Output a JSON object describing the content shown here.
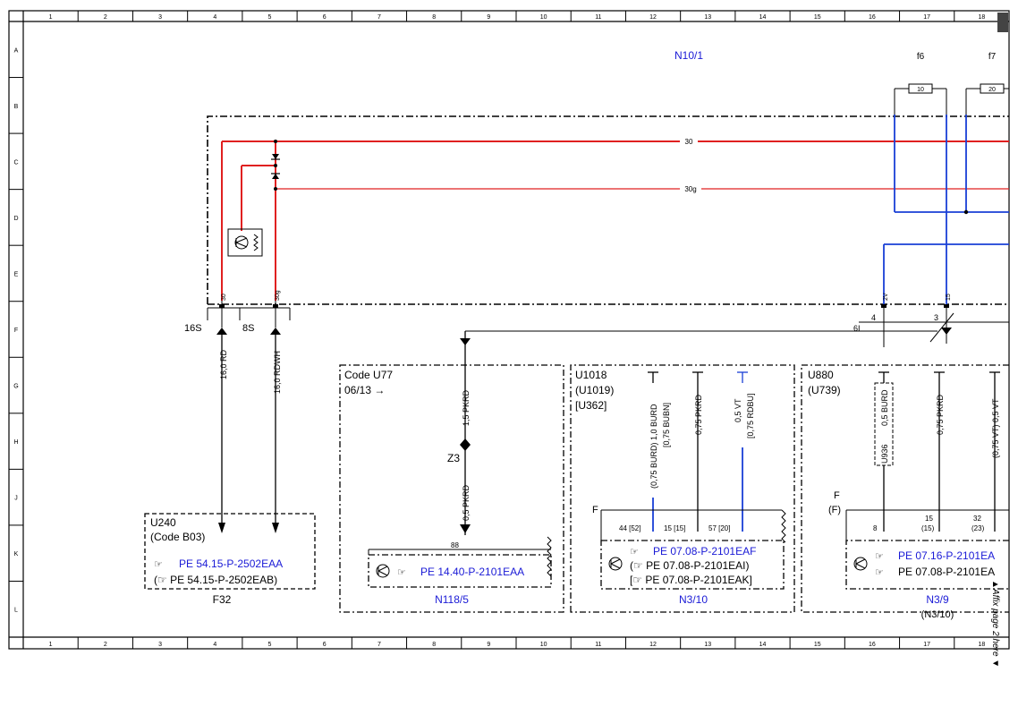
{
  "colors": {
    "power": "#e02020",
    "ground": "#1a3fd6",
    "wire": "#000000",
    "link": "#1a1ad6"
  },
  "grid": {
    "columns": [
      "1",
      "2",
      "3",
      "4",
      "5",
      "6",
      "7",
      "8",
      "9",
      "10",
      "11",
      "12",
      "13",
      "14",
      "15",
      "16",
      "17",
      "18"
    ],
    "rows": [
      "A",
      "B",
      "C",
      "D",
      "E",
      "F",
      "G",
      "H",
      "J",
      "K",
      "L"
    ]
  },
  "header": {
    "title": "N10/1",
    "fuse_f6": "f6",
    "fuse_f7": "f7",
    "fuse_f6_rating": "10",
    "fuse_f7_rating": "20"
  },
  "bus": {
    "label_30": "30",
    "label_30g": "30g"
  },
  "pins": {
    "p30": "30",
    "p30g": "30g",
    "p16s": "16S",
    "p8s": "8S",
    "p2v": "2V",
    "p15": "15",
    "p4": "4",
    "p3": "3",
    "p6i": "6I"
  },
  "wires": {
    "w1": "16,0 RD",
    "w2": "16,0 RDWH",
    "w3": "1,5 PKRD",
    "w4": "0,5 PKRD",
    "splice": "Z3",
    "w5a": "(0,75 BURD) 1,0 BURD",
    "w5b": "[0,75 BUBN]",
    "w6": "0,75 PKRD",
    "w7a": "0,5 VT",
    "w7b": "[0,75 RDBU]",
    "w8": "0,5 BURD",
    "w8_code": "U936",
    "w9": "0,75 PKRD",
    "w10": "(0,75 VT) 0,5 VT"
  },
  "boxes": {
    "u240": {
      "line1": "U240",
      "line2": "(Code B03)",
      "link1": "PE 54.15-P-2502EAA",
      "link2": "(☞ PE 54.15-P-2502EAB)",
      "name": "F32"
    },
    "u77": {
      "line1": "Code U77",
      "line2": "06/13 →",
      "pin": "88",
      "link": "PE 14.40-P-2101EAA",
      "name": "N118/5"
    },
    "u1018": {
      "line1": "U1018",
      "line2": "(U1019)",
      "line3": "[U362]",
      "f": "F",
      "pin1": "44 [52]",
      "pin2": "15 [15]",
      "pin3": "57 [20]",
      "link1": "PE 07.08-P-2101EAF",
      "link2": "(☞ PE 07.08-P-2101EAI)",
      "link3": "[☞ PE 07.08-P-2101EAK]",
      "name": "N3/10"
    },
    "u880": {
      "line1": "U880",
      "line2": "(U739)",
      "f1": "F",
      "f2": "(F)",
      "pin1": "8",
      "pin2a": "15",
      "pin2b": "(15)",
      "pin3a": "32",
      "pin3b": "(23)",
      "link1": "PE 07.16-P-2101EA",
      "link2": "PE 07.08-P-2101EA",
      "name1": "N3/9",
      "name2": "(N3/10)"
    }
  },
  "affix": "▲Affix page 2 here ▼"
}
